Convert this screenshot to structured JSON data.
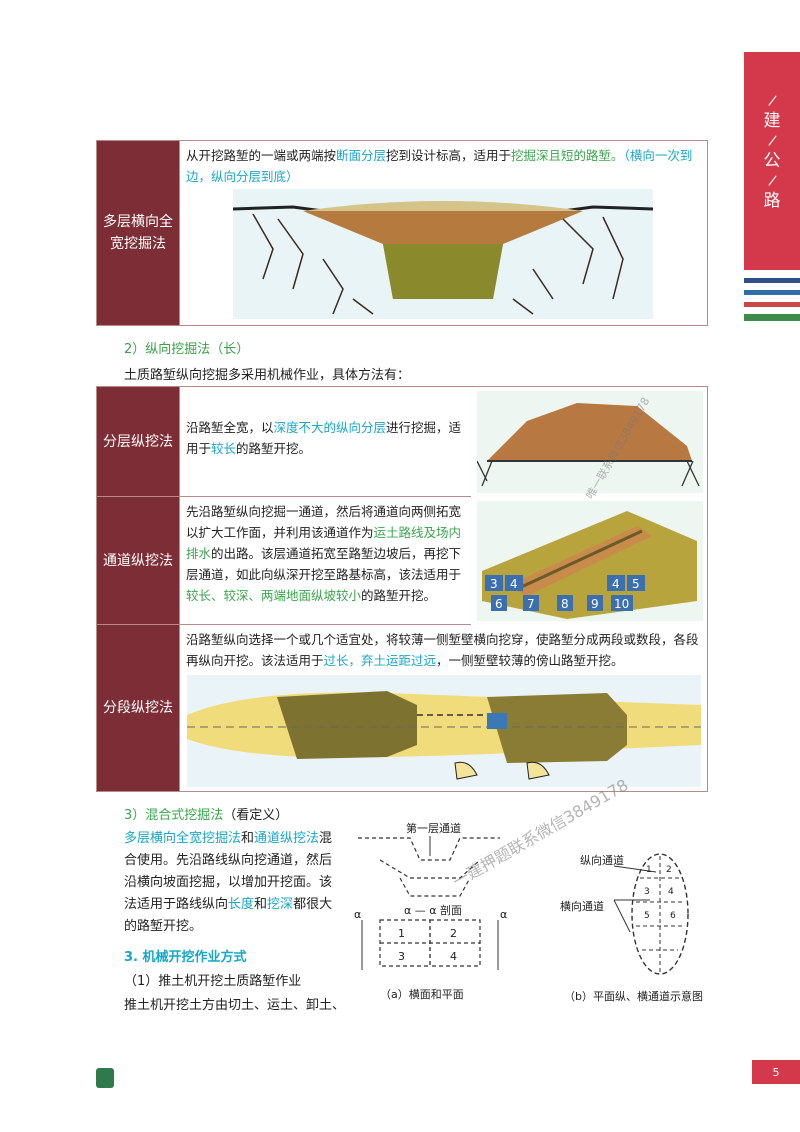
{
  "tab": {
    "chars": [
      "建",
      "公",
      "路"
    ]
  },
  "table1": {
    "label": "多层横向全宽挖掘法",
    "text_a": "从开挖路堑的一端或两端按",
    "text_b": "断面分层",
    "text_c": "挖到设计标高，适用于",
    "text_d": "挖掘深且短的路堑。",
    "text_e": "（横向一次到边，纵向分层到底）"
  },
  "section2": {
    "heading": "2）纵向挖掘法（长）",
    "intro": "土质路堑纵向挖掘多采用机械作业，具体方法有："
  },
  "table2": {
    "rows": [
      {
        "label": "分层纵挖法",
        "t1": "沿路堑全宽，以",
        "t2": "深度不大的纵向分层",
        "t3": "进行挖掘，适用于",
        "t4": "较长",
        "t5": "的路堑开挖。"
      },
      {
        "label": "通道纵挖法",
        "t1": "先沿路堑纵向挖掘一通道，然后将通道向两侧拓宽以扩大工作面，并利用该通道作为",
        "t2": "运土路线及场内排水",
        "t3": "的出路。该层通道拓宽至路堑边坡后，再挖下层通道，如此向纵深开挖至路基标高，该法适用于",
        "t4": "较长、较深、两端地面纵坡较小",
        "t5": "的路堑开挖。",
        "nums": [
          "3",
          "4",
          "5",
          "6",
          "7",
          "8",
          "9",
          "10"
        ]
      },
      {
        "label": "分段纵挖法",
        "t1": "沿路堑纵向选择一个或几个适宜处，将较薄一侧堑壁横向挖穿，使路堑分成两段或数段，各段再纵向开挖。该法适用于",
        "t2": "过长，弃土运距过远",
        "t3": "，一侧堑壁较薄的傍山路堑开挖。"
      }
    ]
  },
  "section3": {
    "heading_a": "3）混合式挖掘法",
    "heading_b": "（看定义）",
    "p1": "多层横向全宽挖掘法",
    "p2": "和",
    "p3": "通道纵挖法",
    "p4": "混合使用。先沿路线纵向挖通道，然后沿横向坡面挖掘，以增加开挖面。该法适用于路线纵向",
    "p5": "长度",
    "p6": "和",
    "p7": "挖深",
    "p8": "都很大的路堑开挖。",
    "sub_heading": "3. 机械开挖作业方式",
    "item1": "（1）推土机开挖土质路堑作业",
    "item1_text": "推土机开挖土方由切土、运土、卸土、"
  },
  "diagram_a": {
    "top_label": "第一层通道",
    "section_label": "α — α 剖面",
    "nums": [
      "1",
      "2",
      "3",
      "4"
    ],
    "alpha": "α",
    "caption": "（a）横面和平面"
  },
  "diagram_b": {
    "label_long": "纵向通道",
    "label_cross": "横向通道",
    "nums": [
      "1",
      "2",
      "3",
      "4",
      "5",
      "6"
    ],
    "caption": "（b）平面纵、横通道示意图"
  },
  "watermarks": [
    "一建押题联系微信3849178",
    "唯一联系微信3849178"
  ],
  "page_number": "5",
  "colors": {
    "tab": "#d3394a",
    "label_bg": "#7c2d36",
    "cyan": "#18a7c8",
    "green": "#3aa64d"
  }
}
